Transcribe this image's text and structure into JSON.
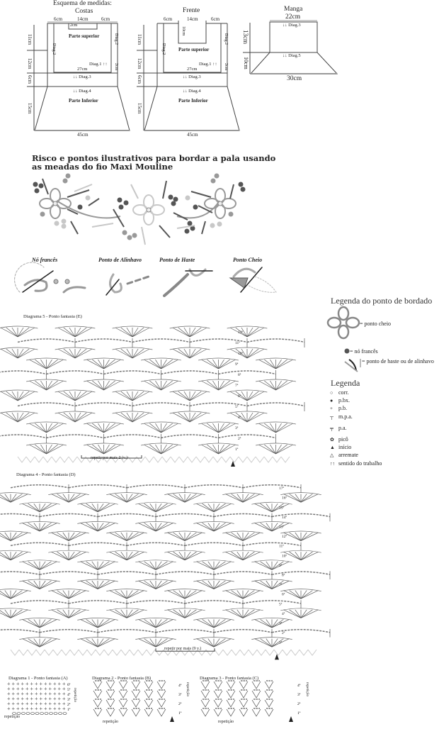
{
  "measurements": {
    "title": "Esquema de medidas:",
    "costas": {
      "title": "Costas",
      "top_left": "6cm",
      "top_mid": "14cm",
      "top_right": "6cm",
      "neck": "2cm",
      "h1": "11cm",
      "h2": "12cm",
      "h3": "6cm",
      "h4": "15cm",
      "upper": "Parte superior",
      "diag2": "Diag.2",
      "diag2b": "Diag.2",
      "diag1": "Diag.1 ↑↑",
      "width_mid": "27cm",
      "diag3": "↓↓  Diag.3",
      "diag4": "↓↓  Diag.4",
      "lower": "Parte Inferior",
      "bottom": "45cm",
      "small": "2cm"
    },
    "frente": {
      "title": "Frente",
      "top_left": "6cm",
      "top_mid": "14cm",
      "top_right": "6cm",
      "neck": "10cm",
      "h1": "11cm",
      "h2": "12cm",
      "h3": "6cm",
      "h4": "15cm",
      "upper": "Parte superior",
      "diag2": "Diag.2",
      "diag2b": "Diag.2",
      "diag1": "Diag.1 ↑↑",
      "width_mid": "27cm",
      "diag3": "↓↓  Diag.3",
      "diag4": "↓↓  Diag.4",
      "lower": "Parte Inferior",
      "bottom": "45cm",
      "small": "2cm"
    },
    "manga": {
      "title": "Manga",
      "top": "22cm",
      "h1": "13cm",
      "h2": "10cm",
      "diag3": "↓↓  Diag.3",
      "diag5": "↓↓  Diag.5",
      "bottom": "30cm"
    }
  },
  "embroidery": {
    "heading_line1": "Risco e pontos ilustrativos para bordar a pala usando",
    "heading_line2": "as meadas do fio Maxi Mouline",
    "stitches": [
      "Nó francês",
      "Ponto de Alinhavo",
      "Ponto de Haste",
      "Ponto Cheio"
    ],
    "colors": {
      "dark": "#555555",
      "mid": "#999999",
      "light": "#c8c8c8"
    }
  },
  "embroidery_legend": {
    "title": "Legenda do ponto de bordado",
    "items": [
      "= ponto cheio",
      "= nó francês",
      "= ponto de haste ou de alinhavo"
    ]
  },
  "legend": {
    "title": "Legenda",
    "items": [
      {
        "icon": "chain-icon",
        "label": "corr."
      },
      {
        "icon": "slip-stitch-icon",
        "label": "p.bx."
      },
      {
        "icon": "single-crochet-icon",
        "label": "p.b."
      },
      {
        "icon": "half-double-icon",
        "label": "m.p.a."
      },
      {
        "icon": "double-crochet-icon",
        "label": "p.a."
      },
      {
        "icon": "picot-icon",
        "label": "picô"
      },
      {
        "icon": "start-icon",
        "label": "início"
      },
      {
        "icon": "finish-icon",
        "label": "arremate"
      },
      {
        "icon": "direction-icon",
        "label": "sentido do trabalho"
      }
    ]
  },
  "diagram5": {
    "title": "Diagrama 5 - Ponto fantasia (E)",
    "repeat": "repetir por mais 2 (v.)",
    "rows": [
      "1ª",
      "2ª",
      "3ª",
      "4ª",
      "5ª",
      "6ª",
      "7ª",
      "8ª",
      "9ª",
      "10ª",
      "11ª",
      "12ª"
    ]
  },
  "diagram4": {
    "title": "Diagrama 4 - Ponto fantasia (D)",
    "repeat": "repetir por mais (9 v.)",
    "rows": [
      "1ª",
      "2ª",
      "3ª",
      "4ª",
      "5ª",
      "6ª",
      "7ª",
      "8ª",
      "9ª",
      "10ª",
      "11ª",
      "12ª",
      "13ª",
      "14ª",
      "15ª",
      "16ª",
      "17ª"
    ]
  },
  "diagram1": {
    "title": "Diagrama 1 - Ponto fantasia (A)",
    "repeat": "repetição",
    "side": "repetição",
    "rows": [
      "1ª",
      "2ª",
      "3ª",
      "4ª",
      "5ª",
      "6ª"
    ]
  },
  "diagram2": {
    "title": "Diagrama 2 - Ponto fantasia (B)",
    "repeat": "repetição",
    "side": "repetição",
    "rows": [
      "1ª",
      "2ª",
      "3ª",
      "4ª"
    ]
  },
  "diagram3": {
    "title": "Diagrama 3 - Ponto fantasia (C)",
    "repeat": "repetição",
    "side": "repetição",
    "rows": [
      "1ª",
      "2ª",
      "3ª",
      "4ª"
    ]
  }
}
